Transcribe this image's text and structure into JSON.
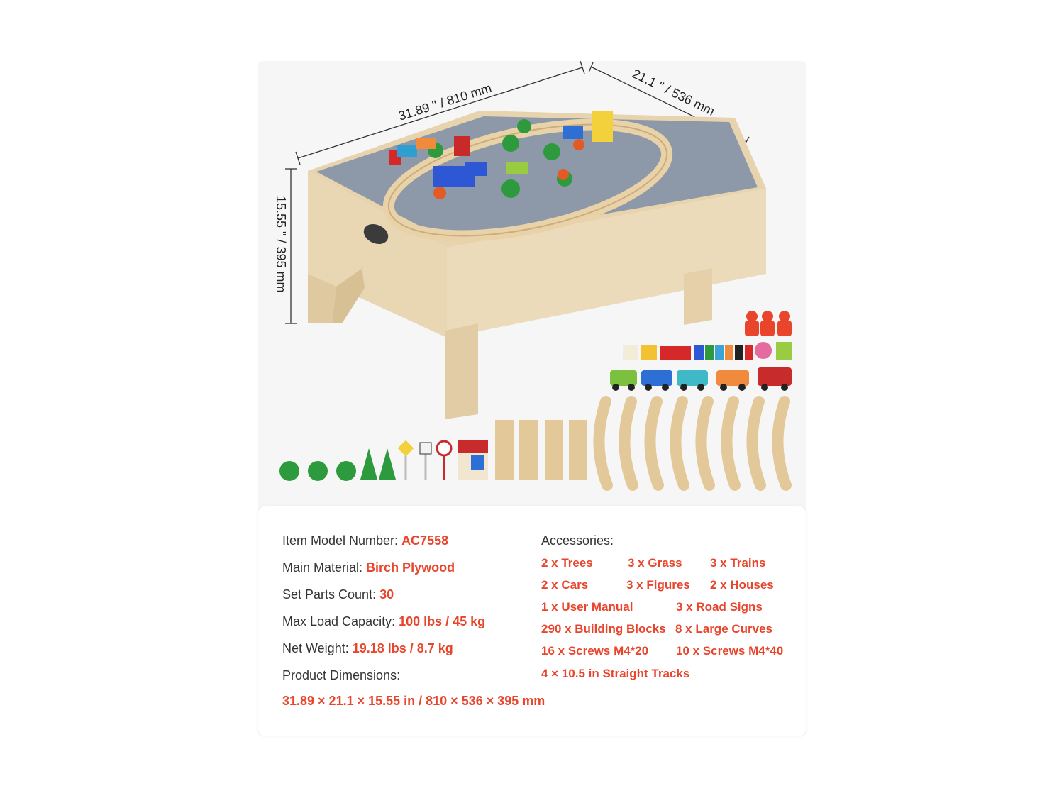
{
  "dimensions": {
    "length": "31.89 \" / 810 mm",
    "width": "21.1 \" / 536 mm",
    "height": "15.55 \" / 395 mm"
  },
  "specs": [
    {
      "label": "Item Model Number: ",
      "value": "AC7558"
    },
    {
      "label": "Main Material: ",
      "value": "Birch Plywood"
    },
    {
      "label": "Set Parts Count: ",
      "value": "30"
    },
    {
      "label": "Max Load Capacity: ",
      "value": "100 lbs / 45 kg"
    },
    {
      "label": "Net Weight: ",
      "value": "19.18 lbs / 8.7 kg"
    },
    {
      "label": "Product Dimensions:",
      "value": ""
    }
  ],
  "product_dimensions_value": "31.89 × 21.1 × 15.55 in / 810 × 536 × 395 mm",
  "accessories": {
    "title": "Accessories:",
    "items": [
      "2 x Trees",
      "3 x Grass",
      "3 x Trains",
      "2 x Cars",
      "3 x Figures",
      "2 x Houses",
      "1 x User Manual",
      "3 x Road Signs",
      "290 x Building Blocks",
      "8 x Large Curves",
      "16 x Screws M4*20",
      "10 x Screws M4*40",
      "4 × 10.5 in Straight Tracks"
    ]
  },
  "colors": {
    "accent": "#e8452c",
    "wood": "#e9d7b4",
    "baseplate": "#8a97a6",
    "tree": "#2e9a3e"
  }
}
